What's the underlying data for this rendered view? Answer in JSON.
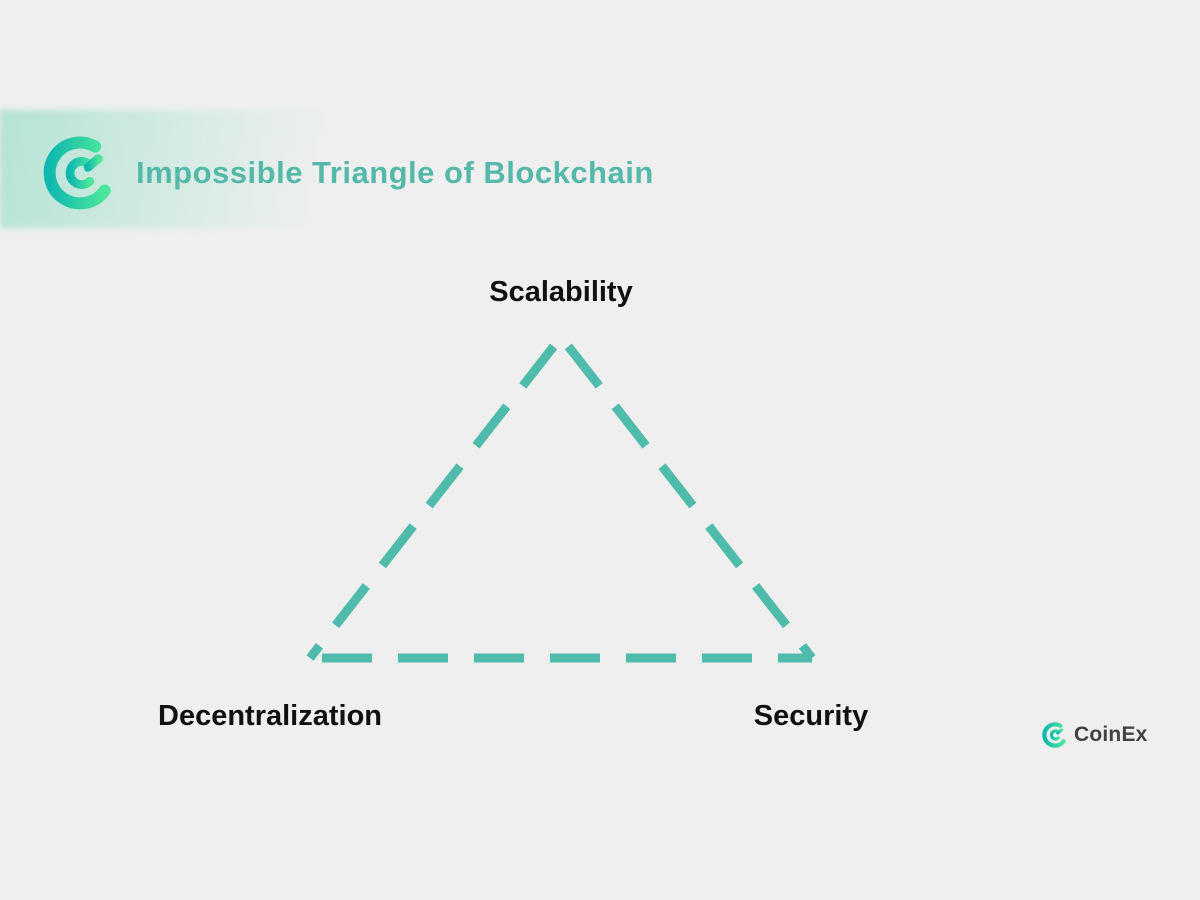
{
  "header": {
    "title": "Impossible Triangle of Blockchain",
    "logo": "coinex-logo"
  },
  "diagram": {
    "type": "triangle",
    "style": "dashed-outline",
    "vertices": [
      {
        "position": "top",
        "label": "Scalability"
      },
      {
        "position": "bottom-left",
        "label": "Decentralization"
      },
      {
        "position": "bottom-right",
        "label": "Security"
      }
    ]
  },
  "watermark": {
    "logo": "coinex-logo",
    "brand": "CoinEx"
  },
  "colors": {
    "background": "#eeefee",
    "title": "#55b9a9",
    "dash": "#4fbbaa",
    "label": "#111111",
    "watermark_text": "#424242",
    "logo_gradient_start": "#0fb8ae",
    "logo_gradient_end": "#4be69b"
  }
}
